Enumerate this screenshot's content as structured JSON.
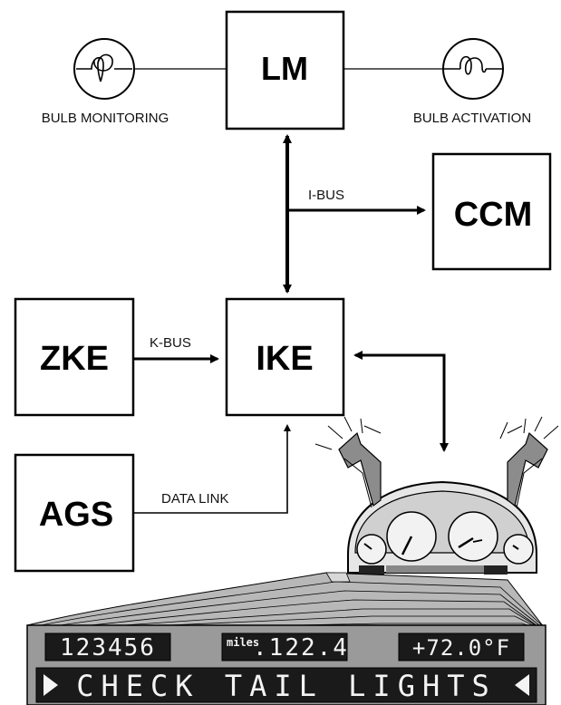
{
  "nodes": {
    "lm": "LM",
    "ccm": "CCM",
    "zke": "ZKE",
    "ike": "IKE",
    "ags": "AGS"
  },
  "labels": {
    "bulb_monitoring": "BULB MONITORING",
    "bulb_activation": "BULB ACTIVATION",
    "ibus": "I-BUS",
    "kbus": "K-BUS",
    "data_link": "DATA LINK"
  },
  "display": {
    "odometer": "123456",
    "miles_unit": "miles",
    "trip": ".122.4",
    "temperature": "+72.0°F",
    "message": "CHECK TAIL LIGHTS"
  },
  "colors": {
    "line": "#000000",
    "lcd_background": "#1a1a1a",
    "lcd_text": "#f4f4f4",
    "panel_gray": "#9a9a9a"
  }
}
